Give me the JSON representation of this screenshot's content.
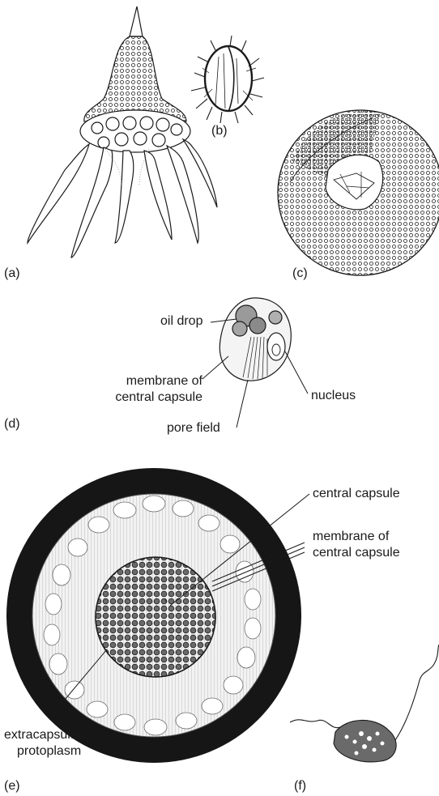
{
  "panels": {
    "a": {
      "letter": "(a)"
    },
    "b": {
      "letter": "(b)"
    },
    "c": {
      "letter": "(c)"
    },
    "d": {
      "letter": "(d)",
      "oil_drop": "oil drop",
      "membrane_line1": "membrane of",
      "membrane_line2": "central capsule",
      "nucleus": "nucleus",
      "pore_field": "pore field"
    },
    "e": {
      "letter": "(e)",
      "central_capsule": "central capsule",
      "membrane_line1": "membrane of",
      "membrane_line2": "central capsule",
      "extracapsular_line1": "extracapsular",
      "extracapsular_line2": "protoplasm"
    },
    "f": {
      "letter": "(f)"
    }
  },
  "colors": {
    "ink": "#1a1a1a",
    "paper": "#ffffff",
    "dark_ring": "#161616"
  }
}
